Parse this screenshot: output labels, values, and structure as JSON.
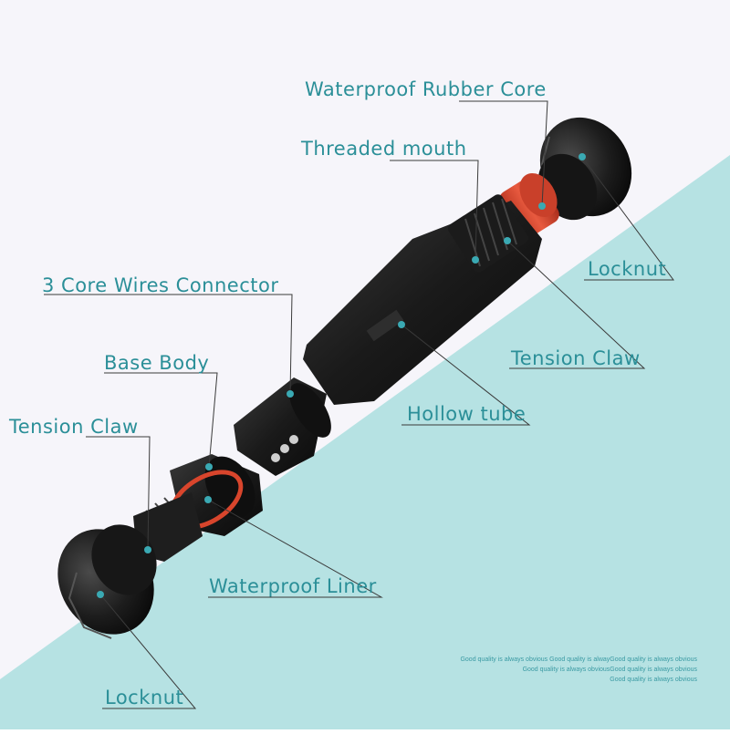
{
  "colors": {
    "background_light": "#f6f5fa",
    "background_teal": "#b6e2e3",
    "label": "#2b8f98",
    "leader": "#3a3a3a",
    "dot": "#3aa9b3",
    "part_black": "#1c1c1c",
    "rubber_red": "#d8452c",
    "note": "#3a9aa3"
  },
  "icons": {
    "locknut": "hex-dome-nut",
    "rubber_core": "red-cylinder",
    "connector": "black-cylinder",
    "leader_dot": "teal-dot"
  },
  "labels": {
    "waterproof_rubber_core": "Waterproof Rubber Core",
    "threaded_mouth": "Threaded mouth",
    "locknut_right": "Locknut",
    "three_core_connector": "3 Core Wires Connector",
    "tension_claw_right": "Tension Claw",
    "base_body": "Base Body",
    "hollow_tube": "Hollow tube",
    "tension_claw_left": "Tension Claw",
    "waterproof_liner": "Waterproof Liner",
    "locknut_left": "Locknut"
  },
  "watermark": {
    "line1": "Good quality is always obvious Good quality is alwayGood quality is always obvious",
    "line2": "Good quality is always obviousGood quality is always obvious",
    "line3": "Good quality is always obvious"
  }
}
